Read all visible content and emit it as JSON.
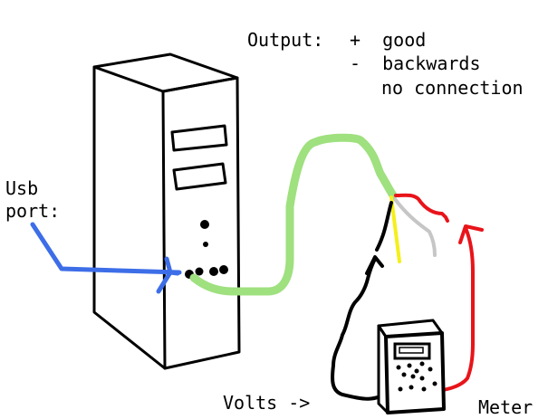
{
  "legend": {
    "output_title": "Output:",
    "good_line": "+  good",
    "backwards_line": "-  backwards",
    "no_connection_line": "no connection"
  },
  "usb_label": {
    "line1": "Usb",
    "line2": "port:"
  },
  "volts_label": "Volts ->",
  "meter_label": "Meter",
  "colors": {
    "outline": "#000000",
    "usb_arrow": "#3d6ee8",
    "usb_cable": "#9fe07f",
    "red_lead": "#e8141a",
    "black_lead": "#000000",
    "yellow_wire": "#f5ef1a",
    "grey_wire": "#c6c6c6"
  }
}
